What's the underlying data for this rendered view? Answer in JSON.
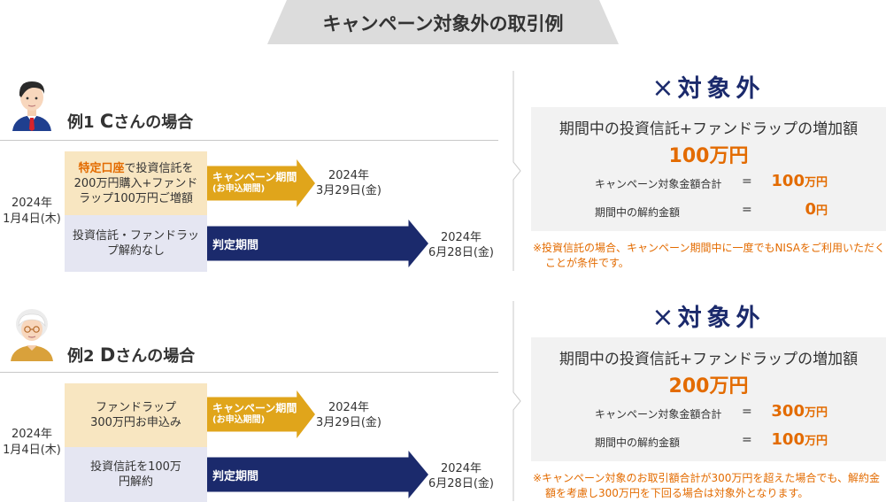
{
  "page_title": "キャンペーン対象外の取引例",
  "examples": [
    {
      "label_prefix": "例1",
      "label_name": "C",
      "label_suffix": "さんの場合",
      "start_date_year": "2024年",
      "start_date_day": "1月4日(木)",
      "top_box_emphasis": "特定口座",
      "top_box_text": "で投資信託を200万円購入+ファンドラップ100万円ご増額",
      "bottom_box_text": "投資信託・ファンドラップ解約なし",
      "campaign_arrow_label": "キャンペーン期間",
      "campaign_arrow_sub": "(お申込期間)",
      "campaign_end_year": "2024年",
      "campaign_end_day": "3月29日(金)",
      "judgment_arrow_label": "判定期間",
      "judgment_end_year": "2024年",
      "judgment_end_day": "6月28日(金)",
      "result_mark": "×",
      "result_label": "対象外",
      "result_heading": "期間中の投資信託+ファンドラップの増加額",
      "result_amount": "100万円",
      "row1_label": "キャンペーン対象金額合計",
      "row1_eq": "=",
      "row1_value": "100",
      "row1_unit": "万円",
      "row2_label": "期間中の解約金額",
      "row2_eq": "=",
      "row2_value": "0",
      "row2_unit": "円",
      "note": "※投資信託の場合、キャンペーン期間中に一度でもNISAをご利用いただくことが条件です。"
    },
    {
      "label_prefix": "例2",
      "label_name": "D",
      "label_suffix": "さんの場合",
      "start_date_year": "2024年",
      "start_date_day": "1月4日(木)",
      "top_box_emphasis": "",
      "top_box_text": "ファンドラップ300万円お申込み",
      "bottom_box_text": "投資信託を100万円解約",
      "campaign_arrow_label": "キャンペーン期間",
      "campaign_arrow_sub": "(お申込期間)",
      "campaign_end_year": "2024年",
      "campaign_end_day": "3月29日(金)",
      "judgment_arrow_label": "判定期間",
      "judgment_end_year": "2024年",
      "judgment_end_day": "6月28日(金)",
      "result_mark": "×",
      "result_label": "対象外",
      "result_heading": "期間中の投資信託+ファンドラップの増加額",
      "result_amount": "200万円",
      "row1_label": "キャンペーン対象金額合計",
      "row1_eq": "=",
      "row1_value": "300",
      "row1_unit": "万円",
      "row2_label": "期間中の解約金額",
      "row2_eq": "=",
      "row2_value": "100",
      "row2_unit": "万円",
      "note": "※キャンペーン対象のお取引額合計が300万円を超えた場合でも、解約金額を考慮し300万円を下回る場合は対象外となります。"
    }
  ],
  "colors": {
    "accent_orange": "#e36b00",
    "navy": "#1b2a6c",
    "gold": "#e0a51b",
    "box_top": "#f8e6c1",
    "box_bottom": "#e5e6f2",
    "result_bg": "#f2f2f2"
  },
  "icons": [
    "man-avatar-icon",
    "elderly-woman-avatar-icon",
    "chevron-right-divider-icon",
    "cross-icon"
  ]
}
